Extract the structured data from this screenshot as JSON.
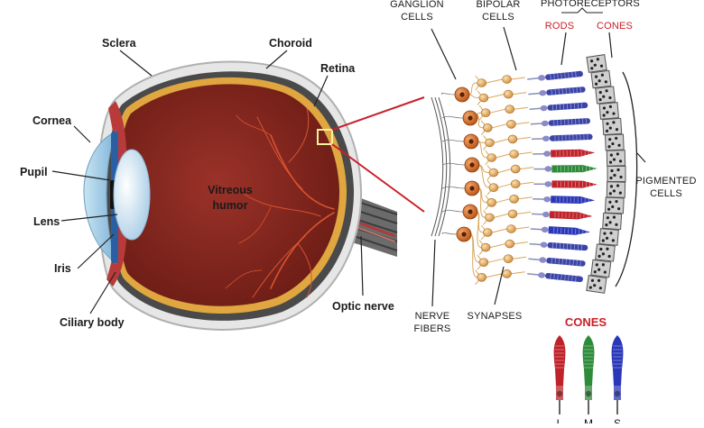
{
  "eye_labels": {
    "sclera": "Sclera",
    "choroid": "Choroid",
    "retina": "Retina",
    "cornea": "Cornea",
    "pupil": "Pupil",
    "lens": "Lens",
    "iris": "Iris",
    "ciliary_body": "Ciliary body",
    "vitreous_line1": "Vitreous",
    "vitreous_line2": "humor",
    "optic_nerve": "Optic nerve"
  },
  "retina_labels": {
    "ganglion_line1": "GANGLION",
    "ganglion_line2": "CELLS",
    "bipolar_line1": "BIPOLAR",
    "bipolar_line2": "CELLS",
    "photoreceptors": "PHOTORECEPTORS",
    "rods": "RODS",
    "cones": "CONES",
    "pigmented_line1": "PIGMENTED",
    "pigmented_line2": "CELLS",
    "nerve_line1": "NERVE",
    "nerve_line2": "FIBERS",
    "synapses": "SYNAPSES"
  },
  "cone_legend": {
    "title": "CONES",
    "types": [
      {
        "label": "L",
        "color": "#c0222a"
      },
      {
        "label": "M",
        "color": "#2e8b3a"
      },
      {
        "label": "S",
        "color": "#2a37b8"
      }
    ]
  },
  "colors": {
    "eye_interior": "#8a2a22",
    "sclera": "#e8e8e8",
    "retina": "#e0a640",
    "rod": "#3a44a8",
    "ganglion": "#c7641c",
    "bipolar": "#e3a85c",
    "highlight_box": "#c8202a"
  }
}
